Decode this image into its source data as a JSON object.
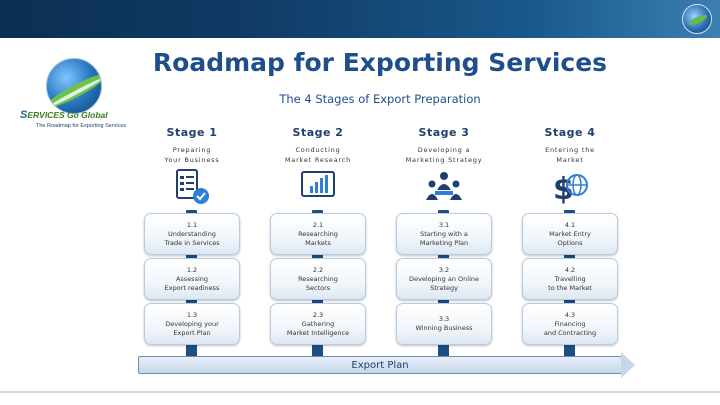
{
  "header": {
    "title": "Roadmap for Exporting Services",
    "subtitle": "The 4 Stages of Export Preparation"
  },
  "brand": {
    "name_mark": "S",
    "name": "ERVICES Go Global",
    "tagline": "The Roadmap for Exporting Services"
  },
  "stages": [
    {
      "label": "Stage 1",
      "description": "Preparing\nYour Business",
      "icon": "checklist-icon",
      "steps": [
        {
          "number": "1.1",
          "text": "Understanding\nTrade in Services"
        },
        {
          "number": "1.2",
          "text": "Assessing\nExport readiness"
        },
        {
          "number": "1.3",
          "text": "Developing your\nExport Plan"
        }
      ]
    },
    {
      "label": "Stage 2",
      "description": "Conducting\nMarket Research",
      "icon": "bar-chart-monitor-icon",
      "steps": [
        {
          "number": "2.1",
          "text": "Researching\nMarkets"
        },
        {
          "number": "2.2",
          "text": "Researching\nSectors"
        },
        {
          "number": "2.3",
          "text": "Gathering\nMarket Intelligence"
        }
      ]
    },
    {
      "label": "Stage 3",
      "description": "Developing a\nMarketing Strategy",
      "icon": "meeting-people-icon",
      "steps": [
        {
          "number": "3.1",
          "text": "Starting with a\nMarketing Plan"
        },
        {
          "number": "3.2",
          "text": "Developing an Online\nStrategy"
        },
        {
          "number": "3.3",
          "text": "Winning Business"
        }
      ]
    },
    {
      "label": "Stage 4",
      "description": "Entering the\nMarket",
      "icon": "dollar-globe-icon",
      "steps": [
        {
          "number": "4.1",
          "text": "Market Entry\nOptions"
        },
        {
          "number": "4.2",
          "text": "Travelling\nto the Market"
        },
        {
          "number": "4.3",
          "text": "Financing\nand Contracting"
        }
      ]
    }
  ],
  "footer": {
    "plan_label": "Export Plan"
  },
  "colors": {
    "title": "#1f4e8c",
    "column_bar": "#1d4f83",
    "green": "#6cc24a"
  }
}
